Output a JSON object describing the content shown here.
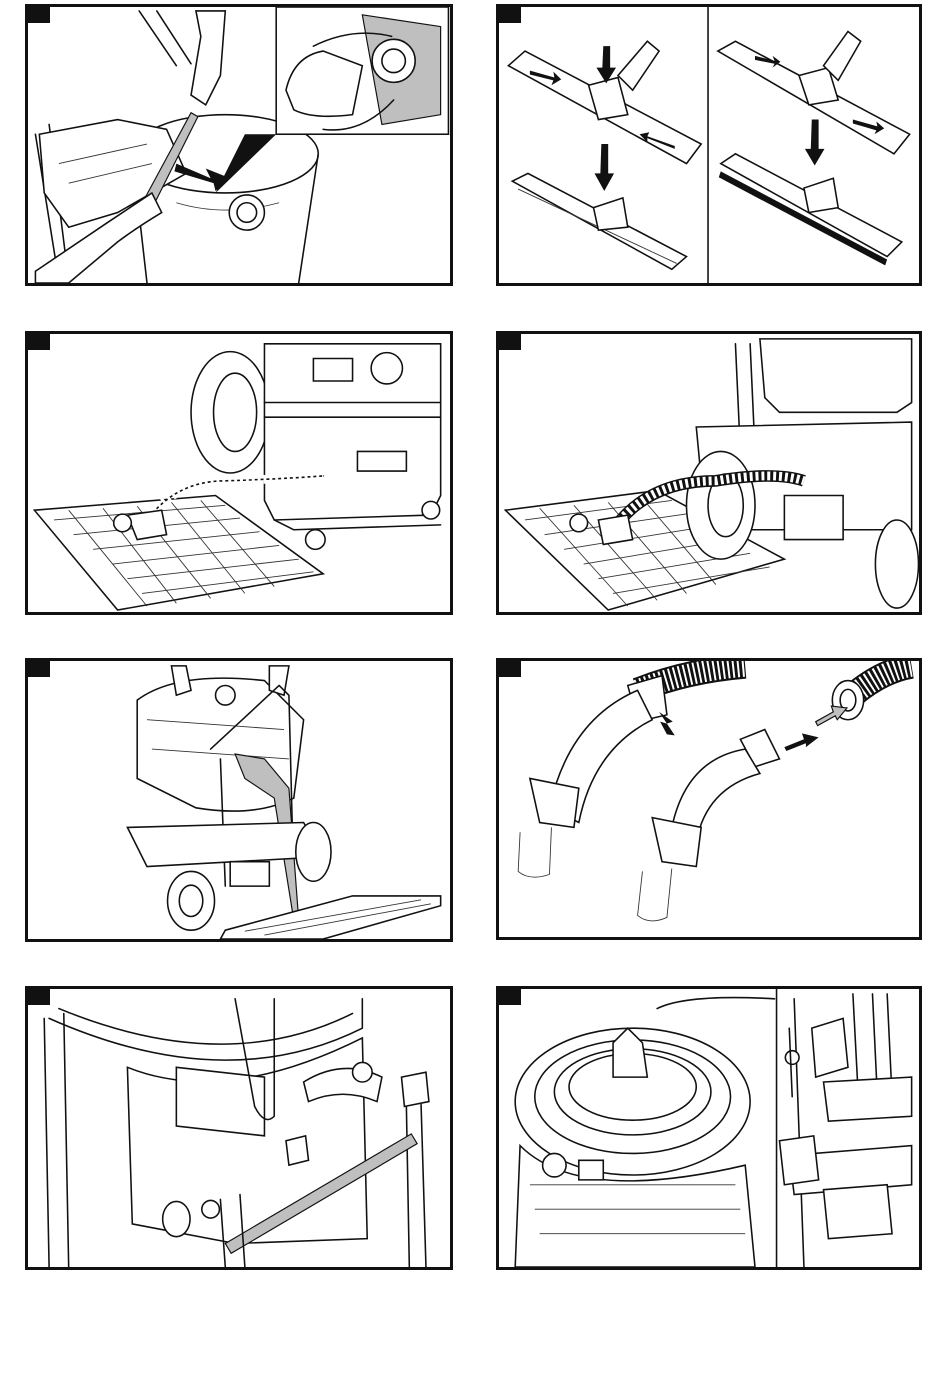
{
  "page": {
    "panels": [
      {
        "id": "p1",
        "subject": "filter-bag-insertion"
      },
      {
        "id": "p2",
        "subject": "floor-nozzle-strip-change"
      },
      {
        "id": "p3",
        "subject": "draining-tank-on-grate"
      },
      {
        "id": "p4",
        "subject": "draining-from-trolley"
      },
      {
        "id": "p5",
        "subject": "tipping-tank-to-empty"
      },
      {
        "id": "p6",
        "subject": "handle-hose-connection"
      },
      {
        "id": "p7",
        "subject": "accessory-tube-storage"
      },
      {
        "id": "p8",
        "subject": "hose-cord-storage"
      }
    ],
    "colors": {
      "line": "#111111",
      "accent_gray": "#bfbfbf",
      "background": "#ffffff"
    }
  }
}
